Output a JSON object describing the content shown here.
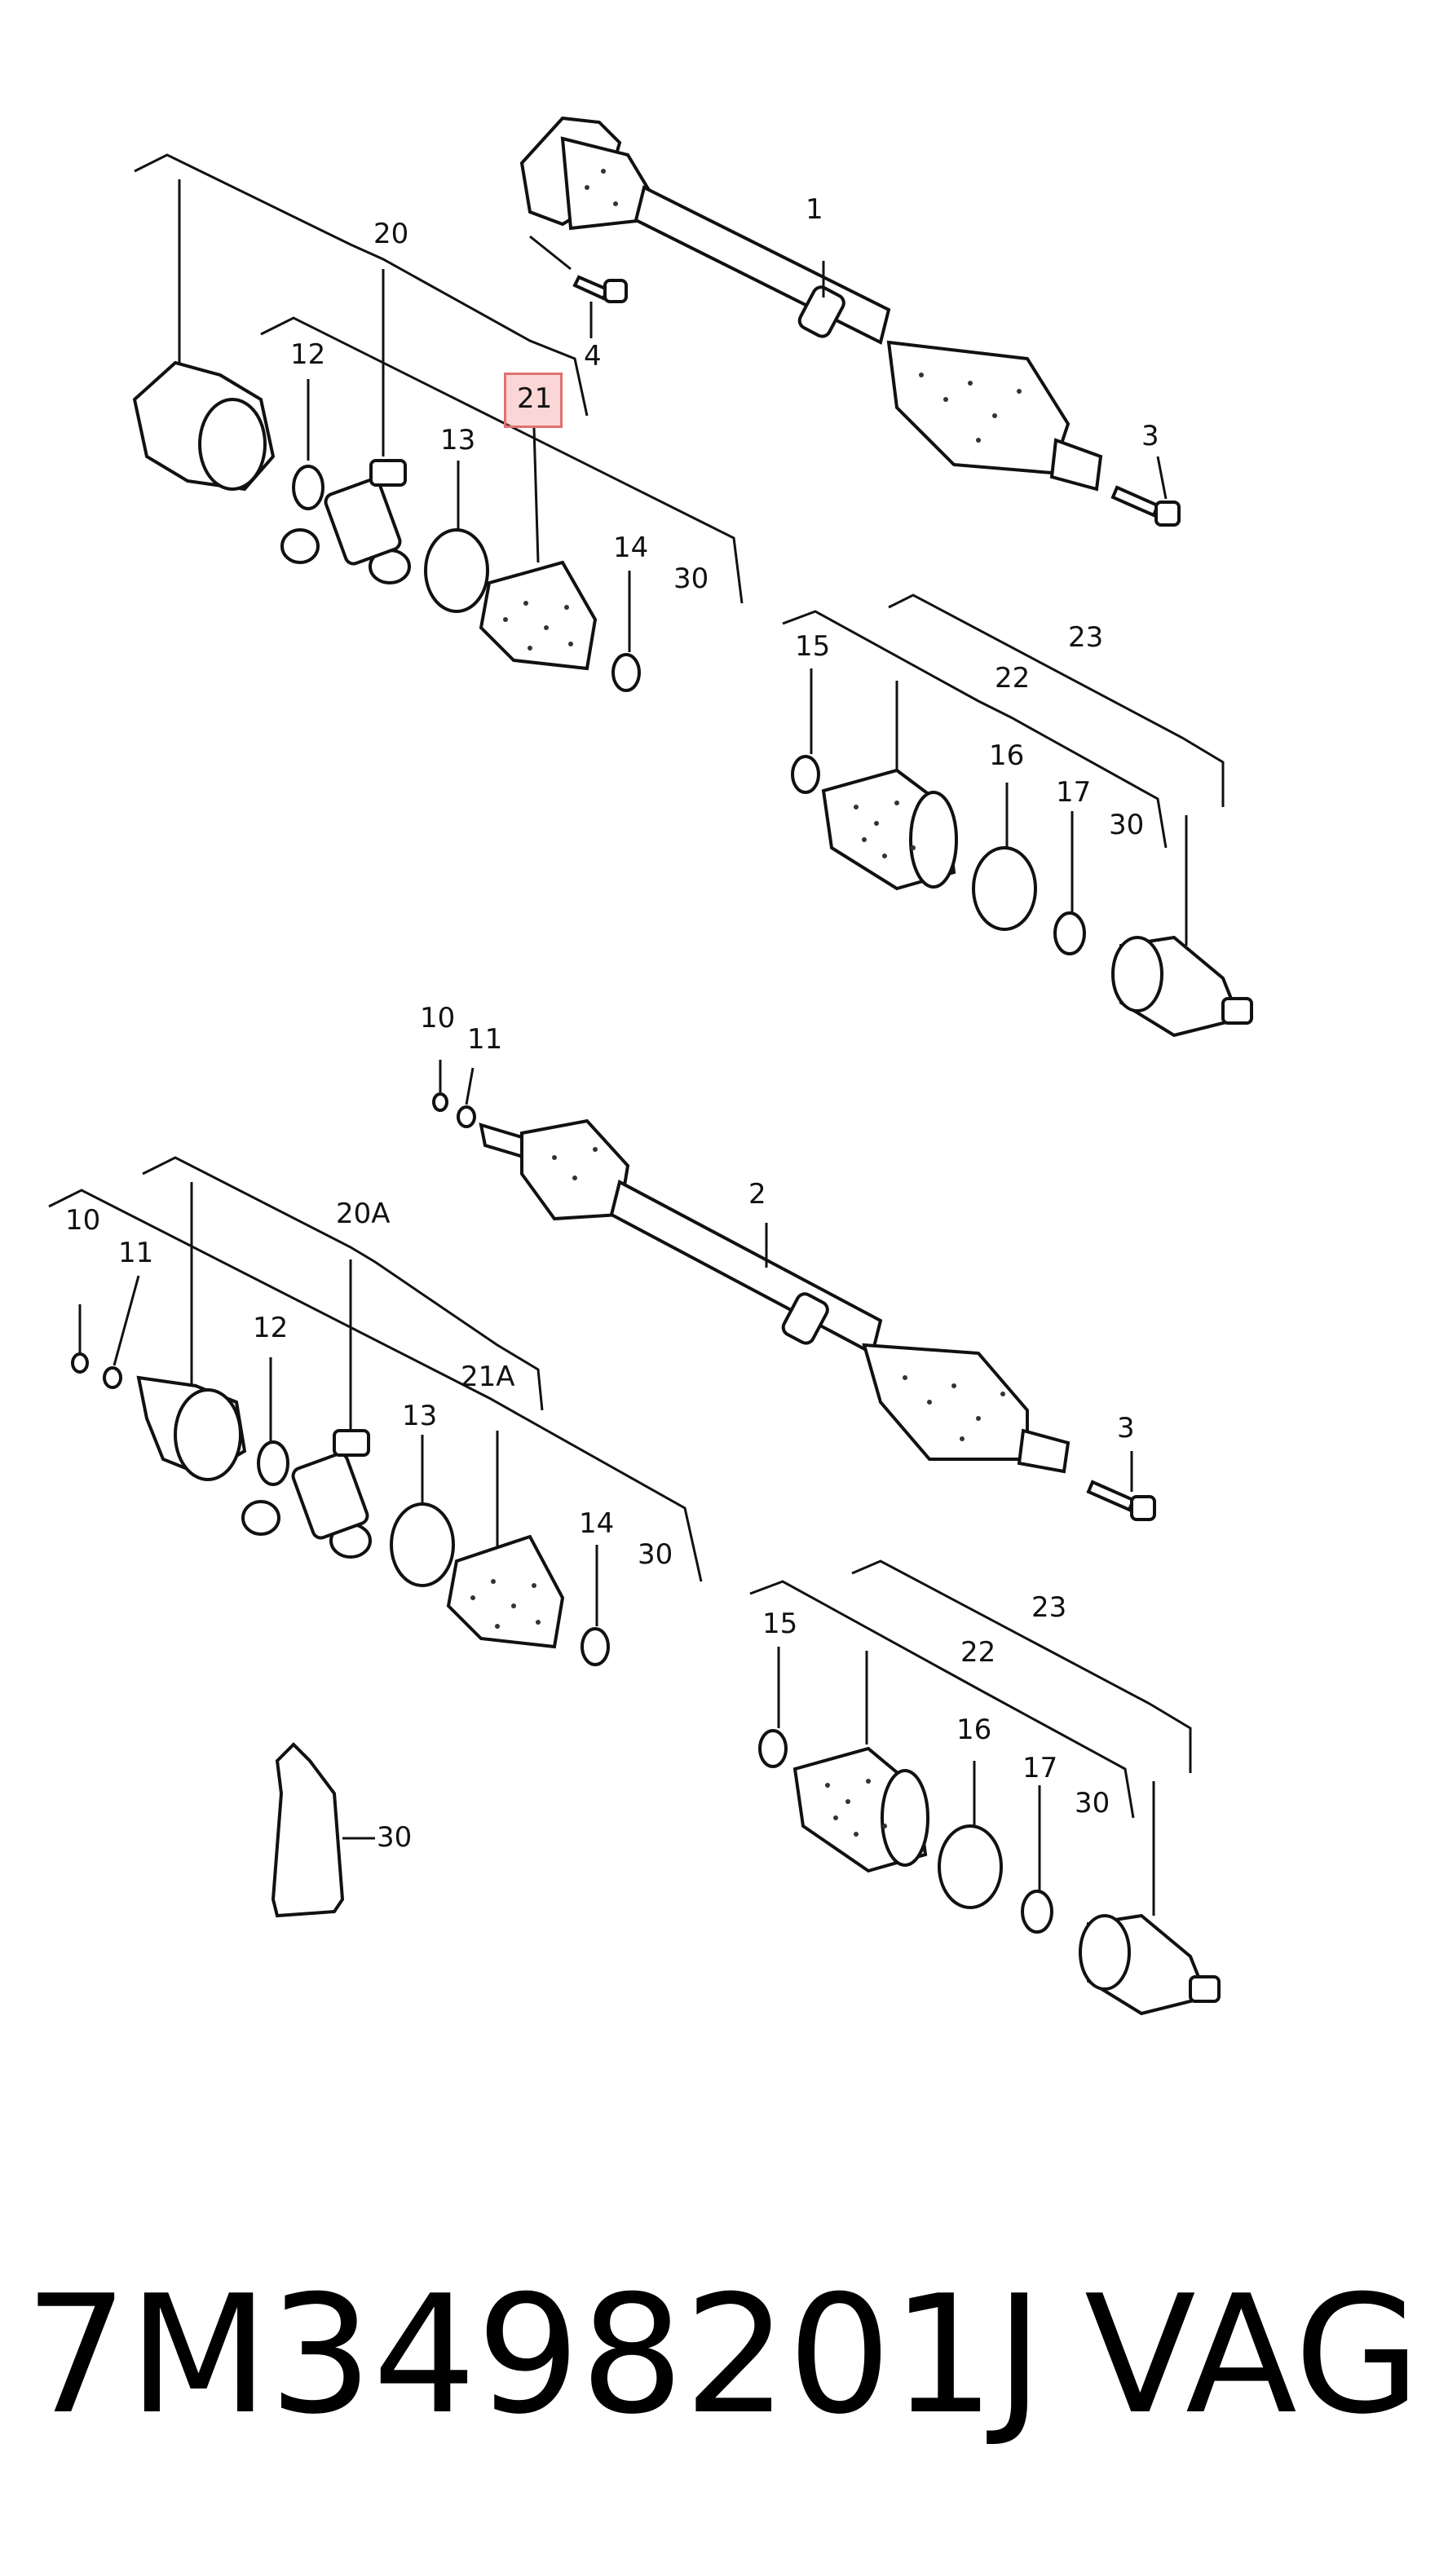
{
  "diagram": {
    "callouts": {
      "c1": "1",
      "c2": "2",
      "c3a": "3",
      "c3b": "3",
      "c4": "4",
      "c10a": "10",
      "c11a": "11",
      "c10b": "10",
      "c11b": "11",
      "c12a": "12",
      "c12b": "12",
      "c13a": "13",
      "c13b": "13",
      "c14a": "14",
      "c14b": "14",
      "c15a": "15",
      "c15b": "15",
      "c16a": "16",
      "c16b": "16",
      "c17a": "17",
      "c17b": "17",
      "c20": "20",
      "c20A": "20A",
      "c21": "21",
      "c21A": "21A",
      "c22a": "22",
      "c22b": "22",
      "c23a": "23",
      "c23b": "23",
      "c30a": "30",
      "c30b": "30",
      "c30c": "30",
      "c30d": "30",
      "c30e": "30"
    },
    "highlighted_callout": "21"
  },
  "footer": {
    "part_number": "7M3498201J",
    "brand": "VAG"
  }
}
